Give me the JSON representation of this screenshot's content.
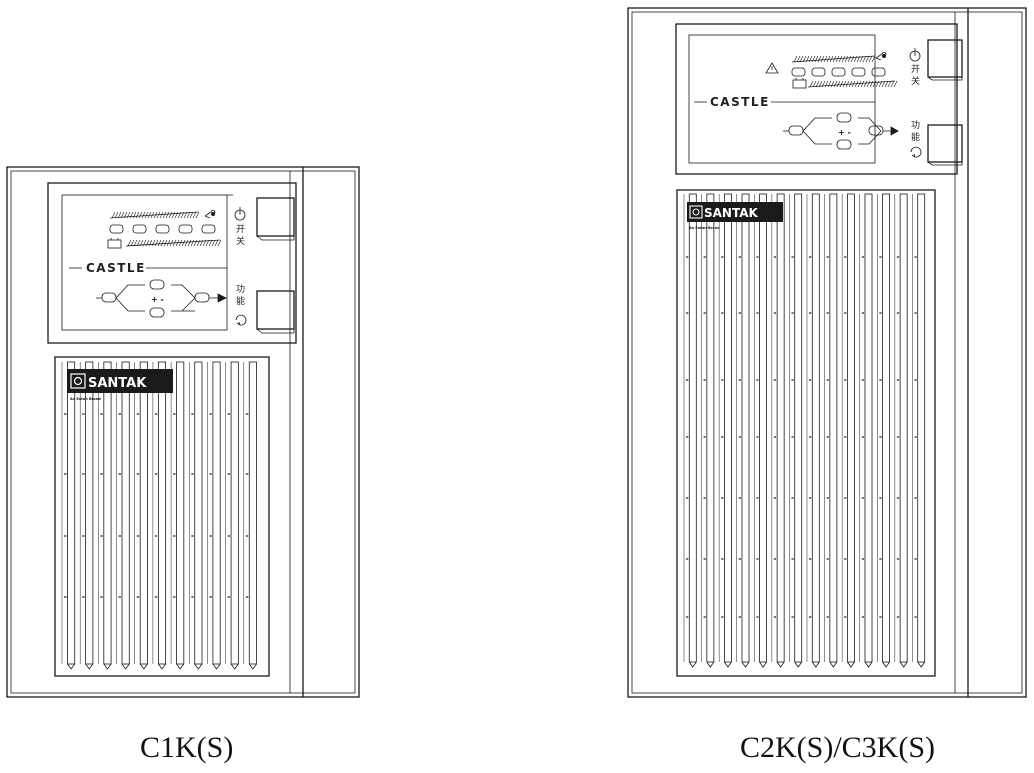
{
  "units": [
    {
      "id": "c1k",
      "caption": "C1K(S)",
      "display_label": "CASTLE",
      "power_label": [
        "开",
        "关"
      ],
      "function_label": [
        "功",
        "能"
      ],
      "brand_name": "SANTAK",
      "brand_tagline": "An Eaton Brand",
      "led_count": 5,
      "has_warning_icon": false
    },
    {
      "id": "c2k-c3k",
      "caption": "C2K(S)/C3K(S)",
      "display_label": "CASTLE",
      "power_label": [
        "开",
        "关"
      ],
      "function_label": [
        "功",
        "能"
      ],
      "brand_name": "SANTAK",
      "brand_tagline": "An Eaton Brand",
      "led_count": 5,
      "has_warning_icon": true
    }
  ],
  "icons": {
    "power": "power-icon",
    "function": "cycle-icon",
    "battery": "battery-icon",
    "wrench": "wrench-icon",
    "warning": "warning-triangle-icon"
  },
  "colors": {
    "line": "#1a1a1a",
    "background": "#ffffff",
    "badge": "#1a1a1a"
  }
}
